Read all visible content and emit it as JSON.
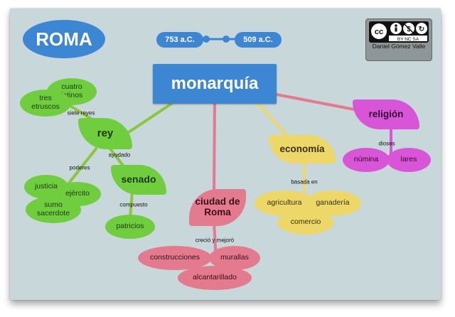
{
  "title": "ROMA",
  "timeline": {
    "start": "753 a.C.",
    "end": "509 a.C."
  },
  "license": {
    "badge_text": "BY  NC  SA",
    "author": "Daniel Gómez Valle"
  },
  "center": "monarquía",
  "branches": {
    "rey": {
      "label": "rey",
      "link_siete_reyes": "siete reyes",
      "kings": [
        "tres etruscos",
        "cuatro latinos"
      ],
      "link_poderes": "poderes",
      "powers": [
        "justicia",
        "ejército",
        "sumo sacerdote"
      ],
      "link_ayudado": "ayudado",
      "senado": "senado",
      "link_compuesto": "compuesto",
      "patricios": "patricios"
    },
    "ciudad": {
      "label": "ciudad de Roma",
      "link": "creció y mejoró",
      "items": [
        "construcciones",
        "murallas",
        "alcantarillado"
      ]
    },
    "economia": {
      "label": "economía",
      "link": "basada en",
      "items": [
        "agricultura",
        "ganadería",
        "comercio"
      ]
    },
    "religion": {
      "label": "religión",
      "link": "dioses",
      "items": [
        "númina",
        "lares"
      ]
    }
  },
  "colors": {
    "green": "#6fcd3e",
    "pink": "#e47a8e",
    "yellow": "#ecd768",
    "purple": "#d855d8",
    "blue": "#3d86d4",
    "background": "#c8d7d9"
  }
}
